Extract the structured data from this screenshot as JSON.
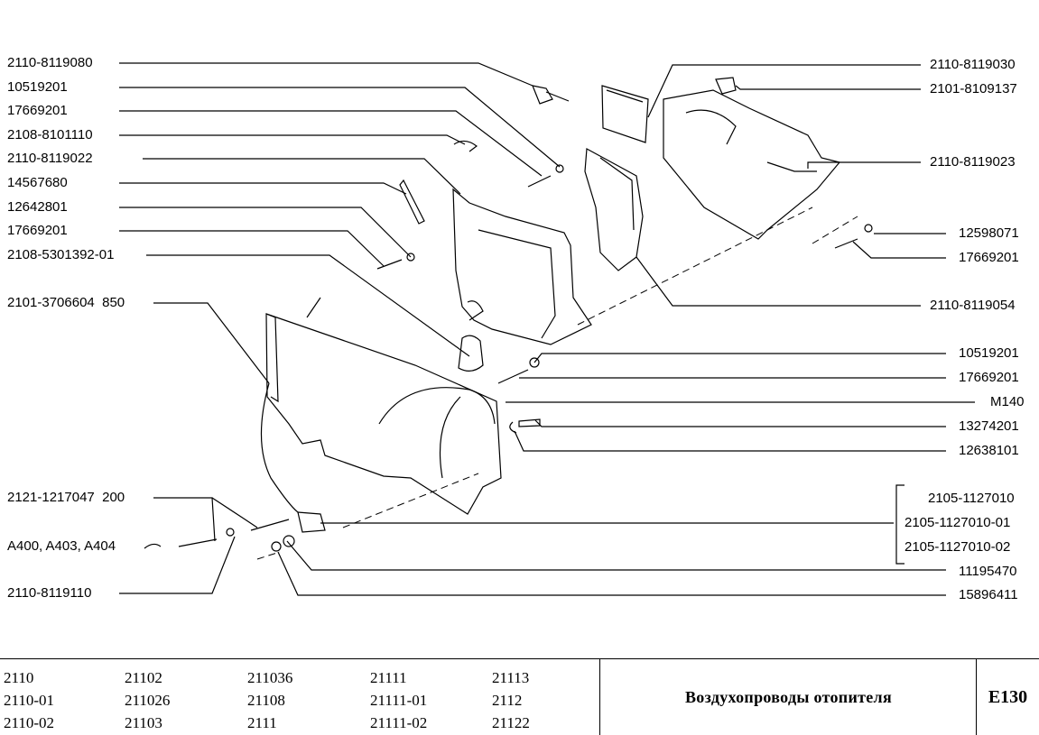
{
  "labels_left": [
    "2110-8119080",
    "10519201",
    "17669201",
    "2108-8101110",
    "2110-8119022",
    "14567680",
    "12642801",
    "17669201",
    "2108-5301392-01",
    "2101-3706604  850",
    "2121-1217047  200",
    "A400, A403, A404",
    "2110-8119110"
  ],
  "labels_right": [
    "2110-8119030",
    "2101-8109137",
    "2110-8119023",
    "12598071",
    "17669201",
    "2110-8119054",
    "10519201",
    "17669201",
    "M140",
    "13274201",
    "12638101",
    "2105-1127010",
    "2105-1127010-01",
    "2105-1127010-02",
    "11195470",
    "15896411"
  ],
  "footer": {
    "models": [
      [
        "2110",
        "2110-01",
        "2110-02"
      ],
      [
        "21102",
        "211026",
        "21103"
      ],
      [
        "211036",
        "21108",
        "2111"
      ],
      [
        "21111",
        "21111-01",
        "21111-02"
      ],
      [
        "21113",
        "2112",
        "21122"
      ]
    ],
    "title": "Воздухопроводы отопителя",
    "code": "E130"
  }
}
